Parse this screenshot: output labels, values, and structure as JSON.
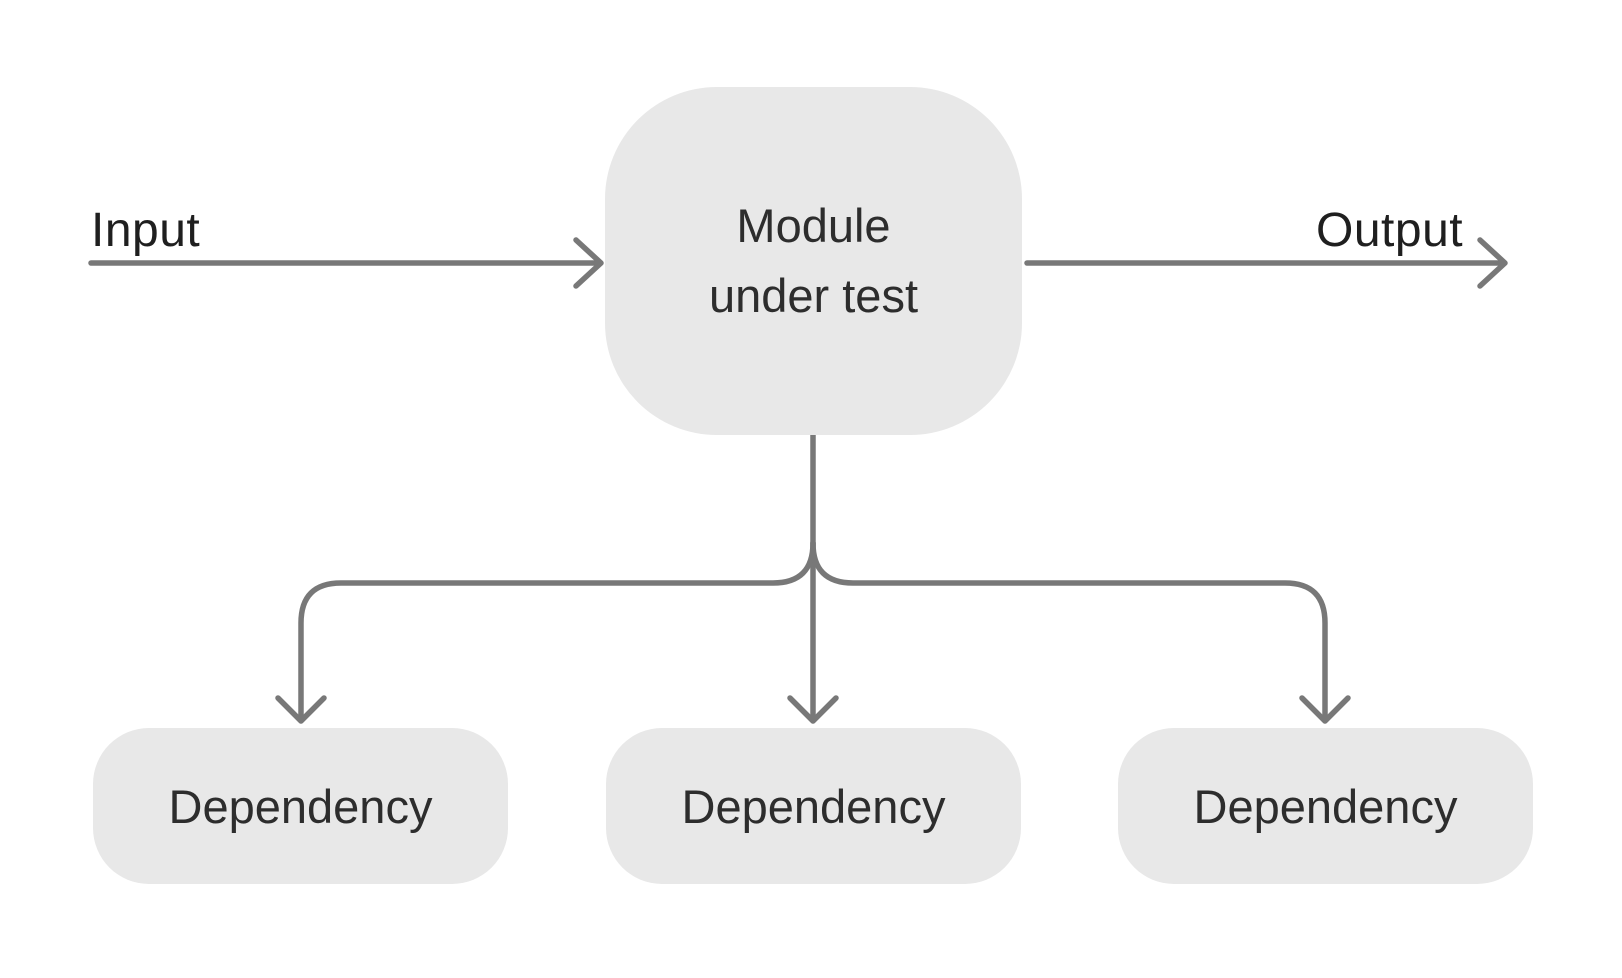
{
  "diagram": {
    "description": "Unit testing diagram: module under test with input, output and three dependencies",
    "labels": {
      "input": "Input",
      "output": "Output"
    },
    "module": {
      "line1": "Module",
      "line2": "under test"
    },
    "dependencies": [
      {
        "label": "Dependency"
      },
      {
        "label": "Dependency"
      },
      {
        "label": "Dependency"
      }
    ],
    "colors": {
      "background": "#ffffff",
      "node_fill": "#e8e8e8",
      "connector": "#787878",
      "node_text": "#2d2d2d",
      "label_text": "#1f1f1f"
    }
  }
}
